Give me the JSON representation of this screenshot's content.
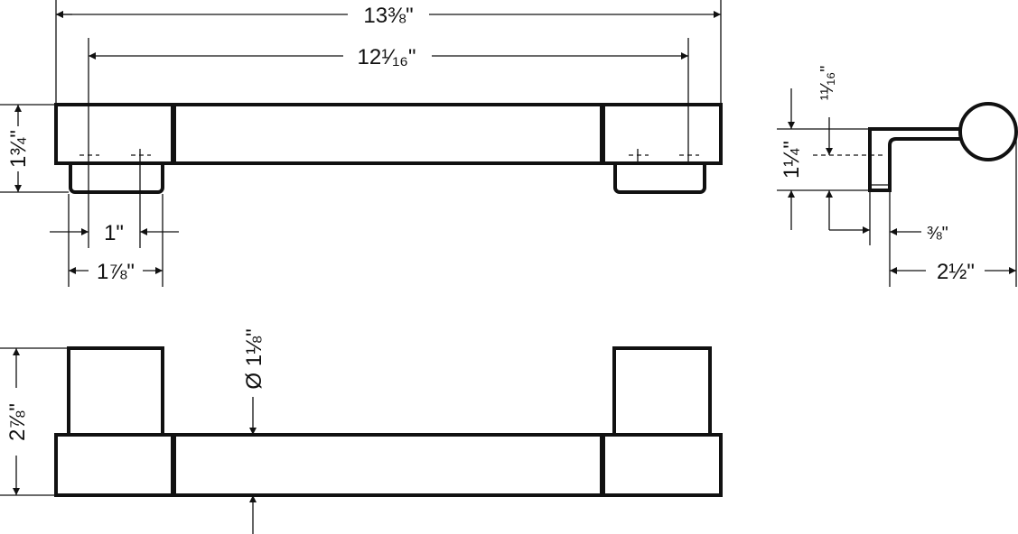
{
  "drawing": {
    "dimensions": {
      "overall_length": "13⅜\"",
      "mounting_centers": "12¹⁄₁₆\"",
      "height_top_view": "1¾\"",
      "foot_hole_spacing": "1\"",
      "foot_width": "1⅞\"",
      "side_height": "1¼\"",
      "side_offset": "¹¹⁄₁₆\"",
      "wall_thickness": "⅜\"",
      "projection": "2½\"",
      "front_height": "2⅞\"",
      "bar_diameter": "Ø 1⅛\""
    }
  }
}
